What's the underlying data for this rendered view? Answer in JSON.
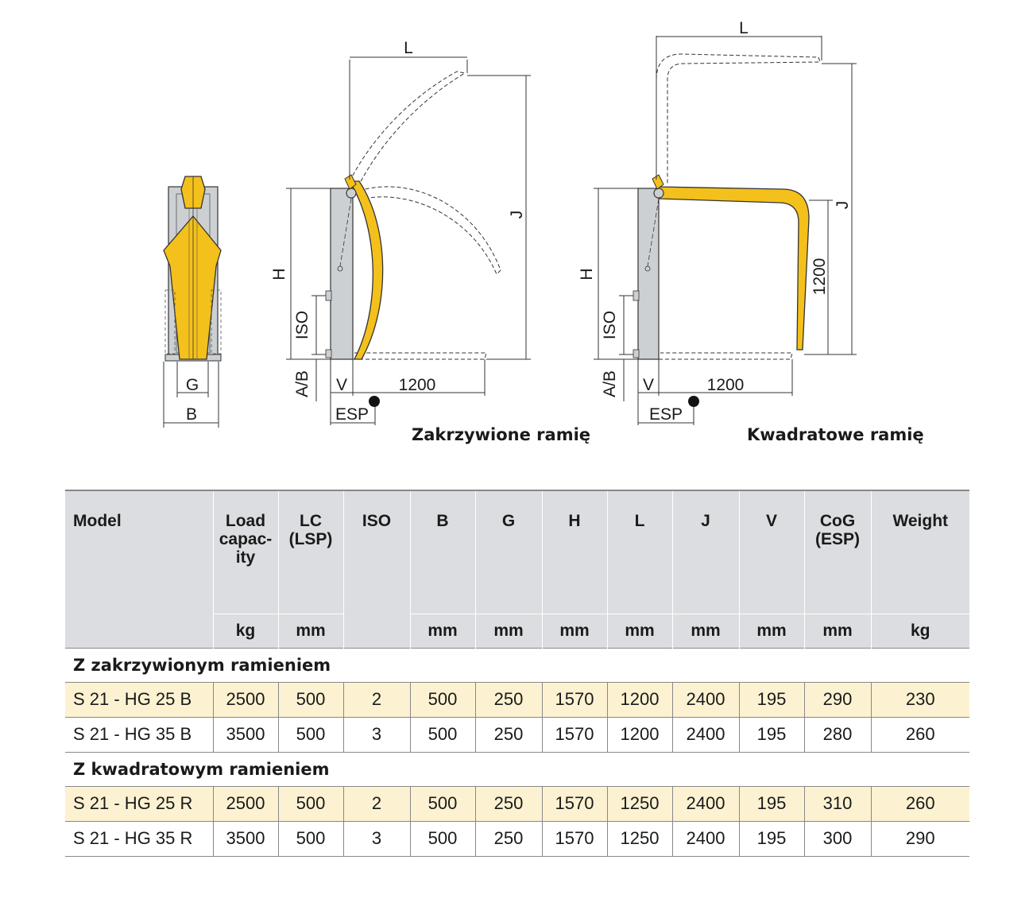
{
  "diagram": {
    "front": {
      "g": "G",
      "b": "B"
    },
    "curved": {
      "l": "L",
      "j": "J",
      "h": "H",
      "iso": "ISO",
      "ab": "A/B",
      "v": "V",
      "len": "1200",
      "esp": "ESP"
    },
    "square": {
      "l": "L",
      "j": "J",
      "h": "H",
      "iso": "ISO",
      "ab": "A/B",
      "v": "V",
      "len": "1200",
      "esp": "ESP",
      "height": "1200"
    },
    "captions": {
      "curved": "Zakrzywione ramię",
      "square": "Kwadratowe ramię"
    },
    "colors": {
      "arm": "#f4c01b",
      "frame": "#cdd0d3",
      "line": "#333333"
    }
  },
  "table": {
    "headers": {
      "model": "Model",
      "load": [
        "Load",
        "capac-",
        "ity"
      ],
      "lc": [
        "LC",
        "(LSP)"
      ],
      "iso": "ISO",
      "b": "B",
      "g": "G",
      "h": "H",
      "l": "L",
      "j": "J",
      "v": "V",
      "cog": [
        "CoG",
        "(ESP)"
      ],
      "weight": "Weight"
    },
    "units": {
      "load": "kg",
      "lc": "mm",
      "b": "mm",
      "g": "mm",
      "h": "mm",
      "l": "mm",
      "j": "mm",
      "v": "mm",
      "cog": "mm",
      "weight": "kg"
    },
    "sections": [
      {
        "title": "Z zakrzywionym ramieniem",
        "rows": [
          [
            "S 21 - HG 25 B",
            "2500",
            "500",
            "2",
            "500",
            "250",
            "1570",
            "1200",
            "2400",
            "195",
            "290",
            "230"
          ],
          [
            "S 21 - HG 35 B",
            "3500",
            "500",
            "3",
            "500",
            "250",
            "1570",
            "1200",
            "2400",
            "195",
            "280",
            "260"
          ]
        ]
      },
      {
        "title": "Z kwadratowym ramieniem",
        "rows": [
          [
            "S 21 - HG 25 R",
            "2500",
            "500",
            "2",
            "500",
            "250",
            "1570",
            "1250",
            "2400",
            "195",
            "310",
            "260"
          ],
          [
            "S 21 - HG 35 R",
            "3500",
            "500",
            "3",
            "500",
            "250",
            "1570",
            "1250",
            "2400",
            "195",
            "300",
            "290"
          ]
        ]
      }
    ]
  }
}
